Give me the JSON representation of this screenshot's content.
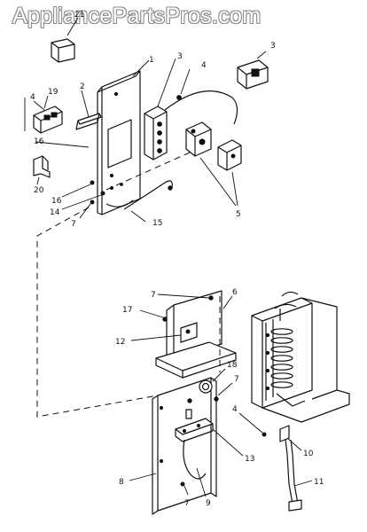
{
  "watermark": {
    "text": "AppliancePartsPros.com"
  },
  "callouts": [
    {
      "id": "c21a",
      "text": "21"
    },
    {
      "id": "c1a",
      "text": "1"
    },
    {
      "id": "c3a",
      "text": "3"
    },
    {
      "id": "c4a",
      "text": "4"
    },
    {
      "id": "c3b",
      "text": "3"
    },
    {
      "id": "c4b",
      "text": "4"
    },
    {
      "id": "c19",
      "text": "19"
    },
    {
      "id": "c2",
      "text": "2"
    },
    {
      "id": "c16a",
      "text": "16"
    },
    {
      "id": "c20",
      "text": "20"
    },
    {
      "id": "c16b",
      "text": "16"
    },
    {
      "id": "c14",
      "text": "14"
    },
    {
      "id": "c7a",
      "text": "7"
    },
    {
      "id": "c15",
      "text": "15"
    },
    {
      "id": "c5",
      "text": "5"
    },
    {
      "id": "c7b",
      "text": "7"
    },
    {
      "id": "c6",
      "text": "6"
    },
    {
      "id": "c17",
      "text": "17"
    },
    {
      "id": "c12",
      "text": "12"
    },
    {
      "id": "c18",
      "text": "18"
    },
    {
      "id": "c7c",
      "text": "7"
    },
    {
      "id": "c4c",
      "text": "4"
    },
    {
      "id": "c10",
      "text": "10"
    },
    {
      "id": "c13",
      "text": "13"
    },
    {
      "id": "c8",
      "text": "8"
    },
    {
      "id": "c7d",
      "text": "7"
    },
    {
      "id": "c9",
      "text": "9"
    },
    {
      "id": "c11",
      "text": "11"
    }
  ]
}
